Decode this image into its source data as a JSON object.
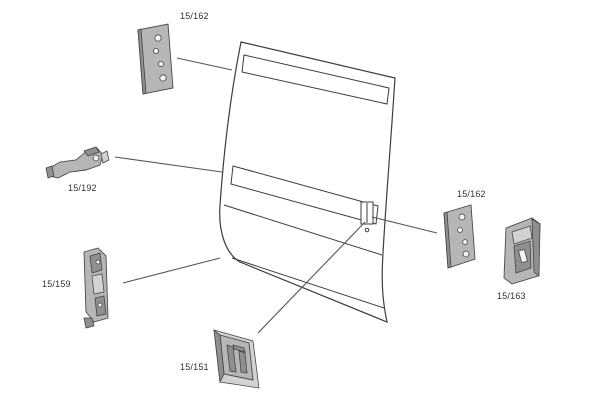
{
  "labels": {
    "hinge_top": "15/162",
    "hinge_right": "15/162",
    "link_rod": "15/192",
    "lock_left": "15/159",
    "latch_right": "15/163",
    "handle": "15/151"
  },
  "colors": {
    "part_fill": "#b6b6b6",
    "outline": "#3c3c3c",
    "background": "#ffffff"
  }
}
